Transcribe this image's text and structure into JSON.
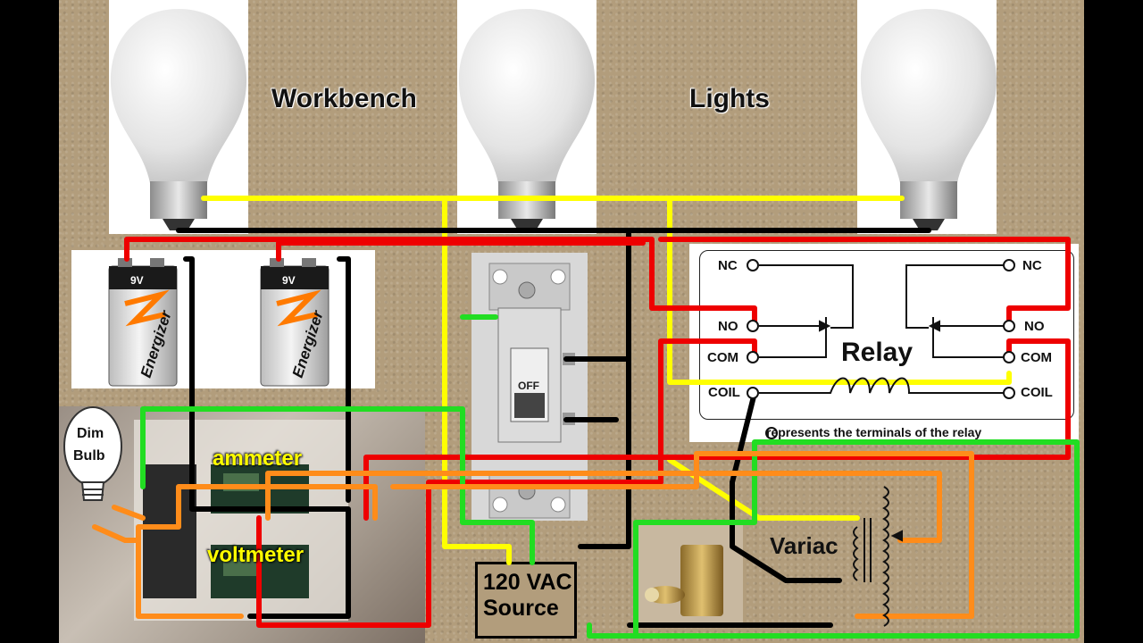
{
  "title": {
    "left": "Workbench",
    "right": "Lights"
  },
  "batteries": [
    {
      "voltage": "9V",
      "brand": "Energizer"
    },
    {
      "voltage": "9V",
      "brand": "Energizer"
    }
  ],
  "meters": {
    "ammeter": "ammeter",
    "voltmeter": "voltmeter"
  },
  "dim_bulb": {
    "line1": "Dim",
    "line2": "Bulb"
  },
  "switch": {
    "state": "OFF"
  },
  "relay": {
    "title": "Relay",
    "left_terminals": [
      "NC",
      "NO",
      "COM",
      "COIL"
    ],
    "right_terminals": [
      "NC",
      "NO",
      "COM",
      "COIL"
    ],
    "legend": "represents the terminals of the relay"
  },
  "variac": {
    "label": "Variac"
  },
  "source": {
    "line1": "120 VAC",
    "line2": "Source"
  },
  "colors": {
    "wire_yellow": "#ffff00",
    "wire_red": "#ee0000",
    "wire_black": "#000000",
    "wire_green": "#22dd22",
    "wire_orange": "#ff8c1a",
    "board": "#b29d7c"
  }
}
